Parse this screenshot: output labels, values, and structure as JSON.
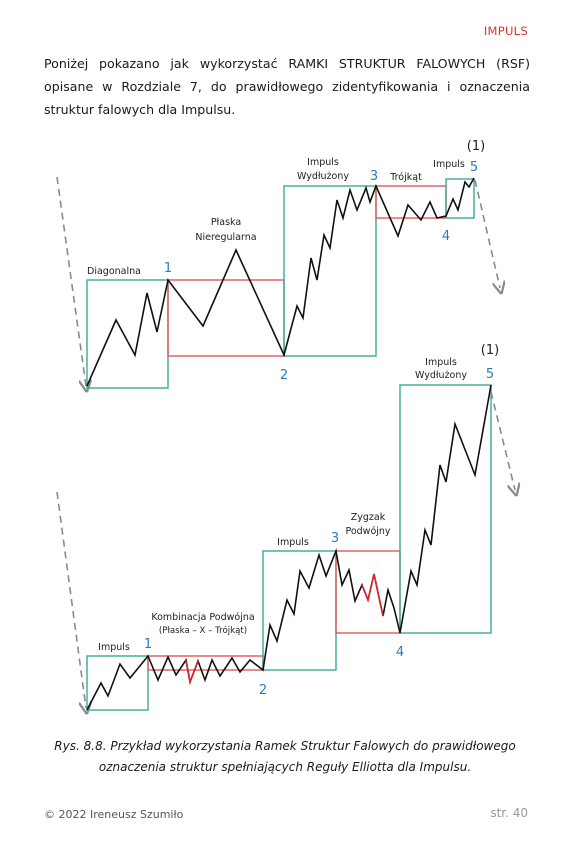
{
  "header": {
    "tag": "IMPULS"
  },
  "intro": {
    "text": "Poniżej pokazano jak wykorzystać RAMKI STRUKTUR FALOWYCH (RSF) opisane w Rozdziale 7, do prawidłowego zidentyfikowania i oznaczenia struktur falowych dla Impulsu."
  },
  "figure": {
    "top": {
      "degree": "(1)",
      "labels": {
        "diagonal": "Diagonalna",
        "flat_1": "Płaska",
        "flat_2": "Nieregularna",
        "impulse_ext_1": "Impuls",
        "impulse_ext_2": "Wydłużony",
        "triangle": "Trójkąt",
        "impulse": "Impuls"
      },
      "waves": [
        "1",
        "2",
        "3",
        "4",
        "5"
      ]
    },
    "bottom": {
      "degree": "(1)",
      "labels": {
        "impulse": "Impuls",
        "combo_1": "Kombinacja Podwójna",
        "combo_2": "(Płaska – X – Trójkąt)",
        "impulse_3": "Impuls",
        "zigzag_1": "Zygzak",
        "zigzag_2": "Podwójny",
        "impulse_ext_1": "Impuls",
        "impulse_ext_2": "Wydłużony"
      },
      "waves": [
        "1",
        "2",
        "3",
        "4",
        "5"
      ]
    },
    "colors": {
      "impulse_box": "#3aa89a",
      "correction_box": "#e0575a",
      "wave_label": "#2b7bbd",
      "arrow": "#8a8a8a"
    }
  },
  "caption": {
    "line1": "Rys. 8.8. Przykład wykorzystania Ramek Struktur Falowych do prawidłowego",
    "line2": "oznaczenia struktur spełniających Reguły Elliotta dla Impulsu."
  },
  "footer": {
    "copyright": "© 2022 Ireneusz Szumiło",
    "page": "str. 40"
  }
}
